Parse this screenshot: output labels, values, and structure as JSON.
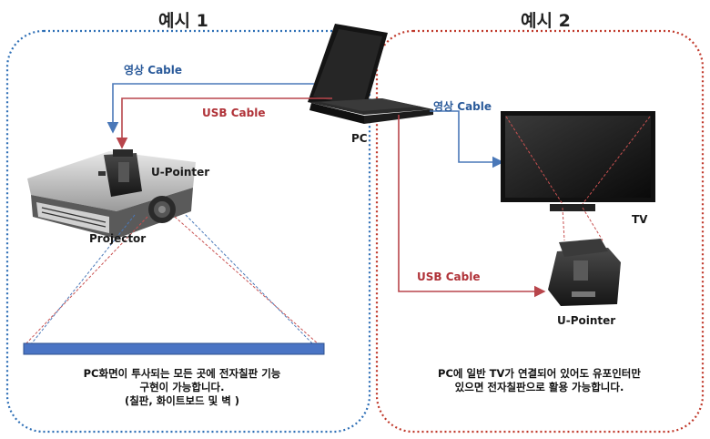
{
  "example1": {
    "title": "예시 1",
    "video_cable": "영상 Cable",
    "usb_cable": "USB Cable",
    "upointer": "U-Pointer",
    "projector": "Projector",
    "desc_line1": "PC화면이 투사되는 모든 곳에 전자칠판 기능",
    "desc_line2": "구현이 가능합니다.",
    "desc_line3": "(칠판, 화이트보드 및 벽 )"
  },
  "example2": {
    "title": "예시 2",
    "video_cable": "영상 Cable",
    "usb_cable": "USB Cable",
    "tv": "TV",
    "upointer": "U-Pointer",
    "desc_line1": "PC에 일반 TV가 연결되어 있어도 유포인터만",
    "desc_line2": "있으면 전자칠판으로 활용 가능합니다."
  },
  "pc_label": "PC",
  "colors": {
    "example1_border": "#2e6fb6",
    "example2_border": "#c0392b",
    "video_cable": "#4a78b8",
    "usb_cable": "#b8454b",
    "screen_bar": "#4a74c4"
  },
  "icons": [
    "laptop-icon",
    "projector-icon",
    "tv-icon",
    "u-pointer-icon"
  ]
}
